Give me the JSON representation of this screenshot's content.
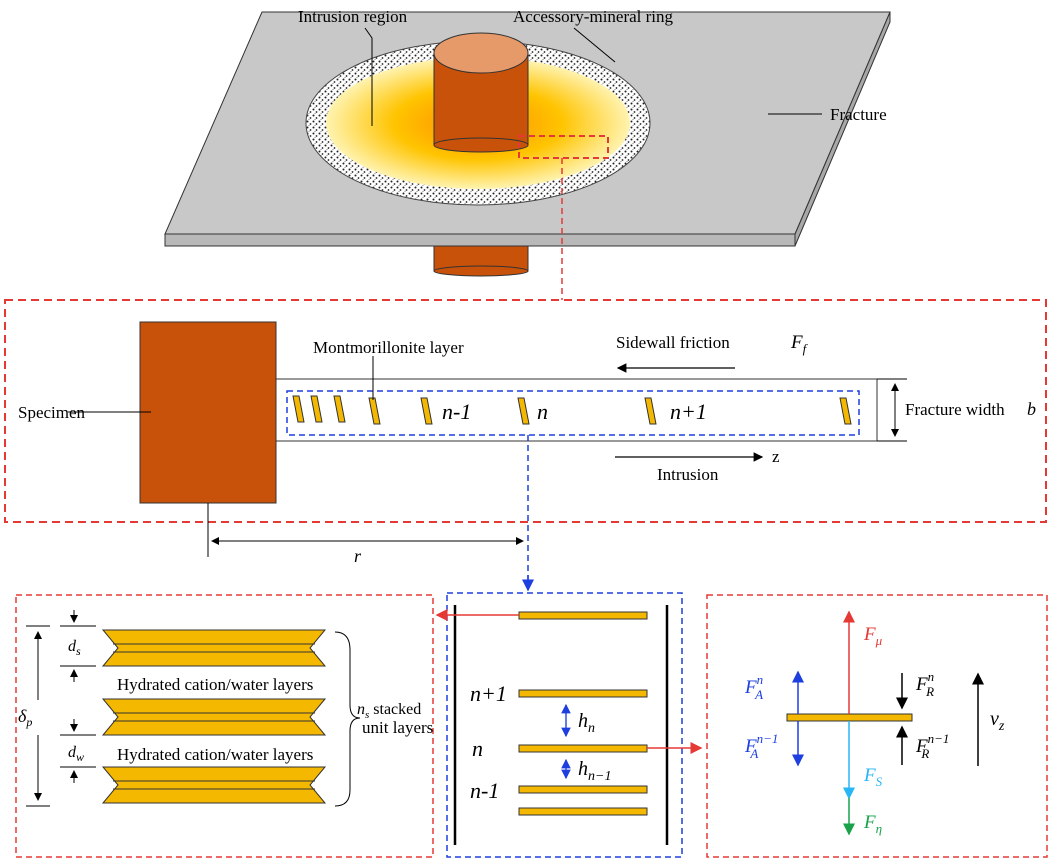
{
  "top": {
    "intrusion_region": "Intrusion region",
    "ring_label": "Accessory-mineral ring",
    "fracture_label": "Fracture"
  },
  "middle": {
    "specimen": "Specimen",
    "montmorillonite": "Montmorillonite layer",
    "sidewall_friction": "Sidewall friction",
    "friction_symbol": "F",
    "friction_sub": "f",
    "fracture_width": "Fracture width",
    "fracture_width_symbol": "b",
    "intrusion": "Intrusion",
    "z_axis": "z",
    "layer_n_minus_1": "n-1",
    "layer_n": "n",
    "layer_n_plus_1": "n+1",
    "r_symbol": "r"
  },
  "bottom_left": {
    "d_s": "d",
    "d_s_sub": "s",
    "d_w": "d",
    "d_w_sub": "w",
    "delta": "δ",
    "delta_sub": "p",
    "hydrated_1": "Hydrated cation/water layers",
    "hydrated_2": "Hydrated cation/water layers",
    "ns_symbol": "n",
    "ns_sub": "s",
    "ns_text": " stacked",
    "unit_layers": "unit layers"
  },
  "bottom_middle": {
    "n_plus_1": "n+1",
    "n": "n",
    "n_minus_1": "n-1",
    "h_n": "h",
    "h_n_sub": "n",
    "h_n1": "h",
    "h_n1_sub": "n−1"
  },
  "bottom_right": {
    "f_mu": "F",
    "f_mu_sub": "μ",
    "f_a_n": "F",
    "f_a_n_sub": "A",
    "f_a_n_sup": "n",
    "f_a_n1": "F",
    "f_a_n1_sub": "A",
    "f_a_n1_sup": "n−1",
    "f_r_n": "F",
    "f_r_n_sub": "R",
    "f_r_n_sup": "n",
    "f_r_n1": "F",
    "f_r_n1_sub": "R",
    "f_r_n1_sup": "n−1",
    "f_s": "F",
    "f_s_sub": "S",
    "f_eta": "F",
    "f_eta_sub": "η",
    "v_z": "v",
    "v_z_sub": "z"
  },
  "colors": {
    "specimen": "#C9520A",
    "gold": "#F5B800",
    "red_dash": "#E53935",
    "blue_dash": "#1E3FE0",
    "plate": "#C8C8C8",
    "f_mu": "#E53935",
    "f_a": "#1E3FE0",
    "f_s": "#29B6F6",
    "f_eta": "#19A24A"
  }
}
